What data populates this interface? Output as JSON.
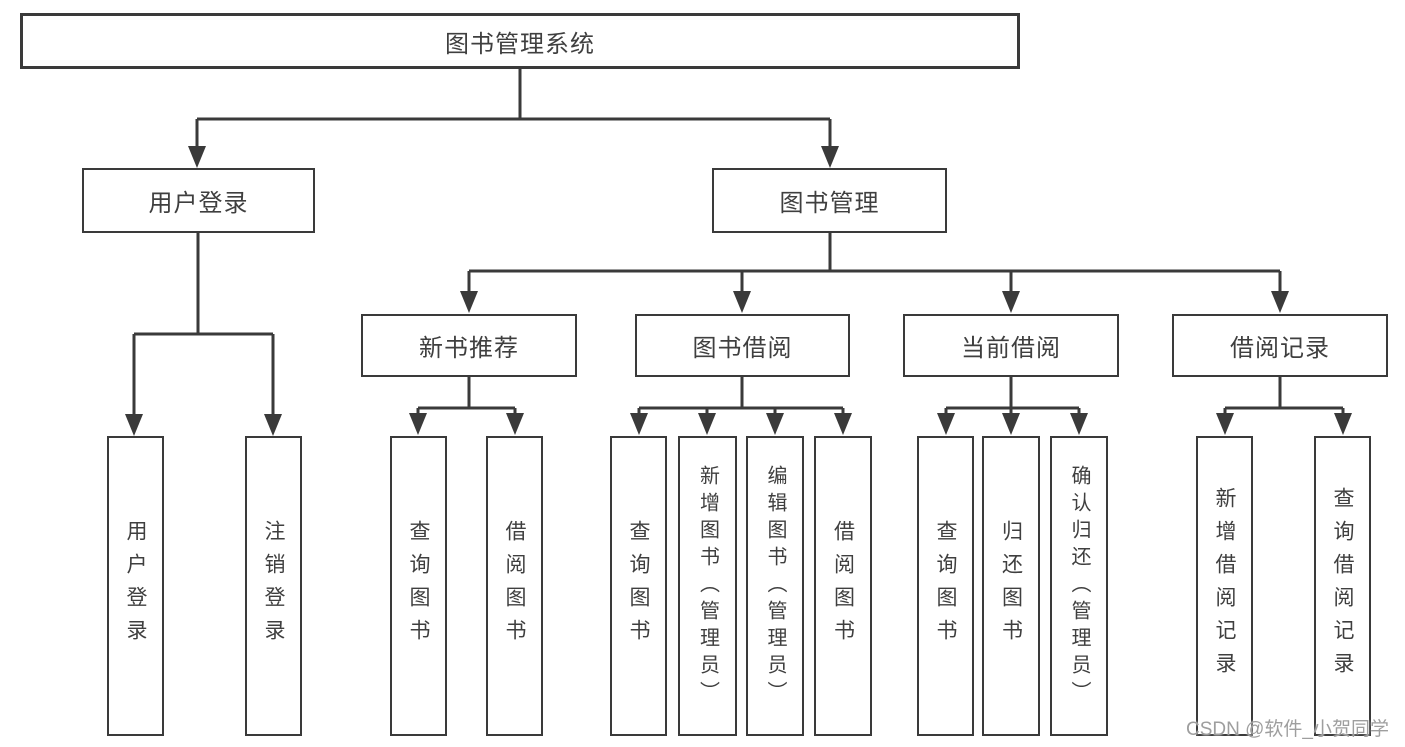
{
  "diagram": {
    "title": "图书管理系统",
    "tree": {
      "label": "图书管理系统",
      "children": [
        {
          "label": "用户登录",
          "children": [
            {
              "label": "用户登录"
            },
            {
              "label": "注销登录"
            }
          ]
        },
        {
          "label": "图书管理",
          "children": [
            {
              "label": "新书推荐",
              "children": [
                {
                  "label": "查询图书"
                },
                {
                  "label": "借阅图书"
                }
              ]
            },
            {
              "label": "图书借阅",
              "children": [
                {
                  "label": "查询图书"
                },
                {
                  "label": "新增图书（管理员）"
                },
                {
                  "label": "编辑图书（管理员）"
                },
                {
                  "label": "借阅图书"
                }
              ]
            },
            {
              "label": "当前借阅",
              "children": [
                {
                  "label": "查询图书"
                },
                {
                  "label": "归还图书"
                },
                {
                  "label": "确认归还（管理员）"
                }
              ]
            },
            {
              "label": "借阅记录",
              "children": [
                {
                  "label": "新增借阅记录"
                },
                {
                  "label": "查询借阅记录"
                }
              ]
            }
          ]
        }
      ]
    },
    "colors": {
      "line": "#3a3a3a",
      "text": "#3f3f3f",
      "watermark": "#9e9e9e",
      "background": "#ffffff"
    }
  },
  "watermark": "CSDN @软件_小贺同学"
}
